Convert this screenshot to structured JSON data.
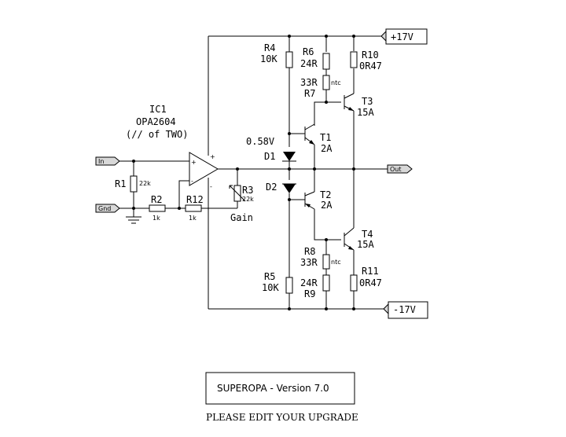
{
  "ic": {
    "name": "IC1",
    "part": "OPA2604",
    "note": "(// of TWO)",
    "plus": "+",
    "minus": "-"
  },
  "ports": {
    "in": "In",
    "gnd": "Gnd",
    "out": "Out",
    "vpos": "+17V",
    "vneg": "-17V"
  },
  "resistors": {
    "r1": {
      "name": "R1",
      "value": "22k"
    },
    "r2": {
      "name": "R2",
      "value": "1k"
    },
    "r12": {
      "name": "R12",
      "value": "1k"
    },
    "r3": {
      "name": "R3",
      "value": "22k",
      "label": "Gain"
    },
    "r4": {
      "name": "R4",
      "value": "10K"
    },
    "r5": {
      "name": "R5",
      "value": "10K"
    },
    "r6": {
      "name": "R6",
      "value": "24R"
    },
    "r7": {
      "name": "R7",
      "value": "33R",
      "note": "ntc"
    },
    "r8": {
      "name": "R8",
      "value": "33R",
      "note": "ntc"
    },
    "r9": {
      "name": "R9",
      "value": "24R"
    },
    "r10": {
      "name": "R10",
      "value": "0R47"
    },
    "r11": {
      "name": "R11",
      "value": "0R47"
    }
  },
  "diodes": {
    "d1": {
      "name": "D1",
      "note": "0.58V"
    },
    "d2": {
      "name": "D2"
    }
  },
  "transistors": {
    "t1": {
      "name": "T1",
      "rating": "2A"
    },
    "t2": {
      "name": "T2",
      "rating": "2A"
    },
    "t3": {
      "name": "T3",
      "rating": "15A"
    },
    "t4": {
      "name": "T4",
      "rating": "15A"
    }
  },
  "footer": {
    "version": "SUPEROPA - Version 7.0",
    "message": "PLEASE EDIT YOUR UPGRADE"
  }
}
